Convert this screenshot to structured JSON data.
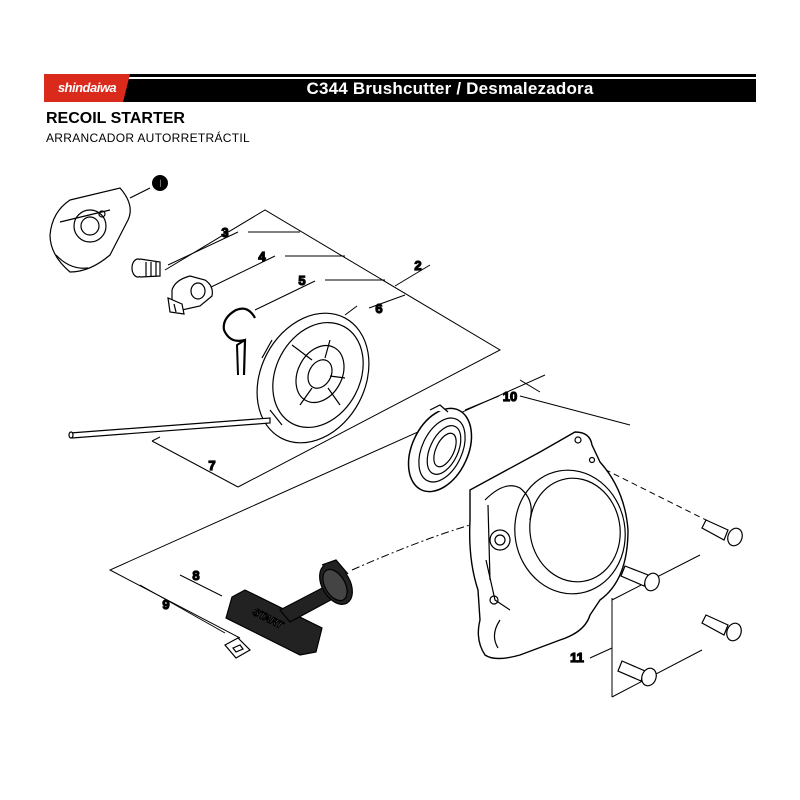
{
  "header": {
    "brand": "shindaiwa",
    "title": "C344 Brushcutter / Desmalezadora"
  },
  "section": {
    "title": "RECOIL STARTER",
    "subtitle": "ARRANCADOR AUTORRETRÁCTIL"
  },
  "callouts": {
    "c1": "1",
    "c2": "2",
    "c3": "3",
    "c4": "4",
    "c5": "5",
    "c6": "6",
    "c7": "7",
    "c8": "8",
    "c9": "9",
    "c10": "10",
    "c11": "11"
  },
  "handle_text": "START",
  "colors": {
    "brand_red": "#d92a1c",
    "bar": "#000000"
  }
}
